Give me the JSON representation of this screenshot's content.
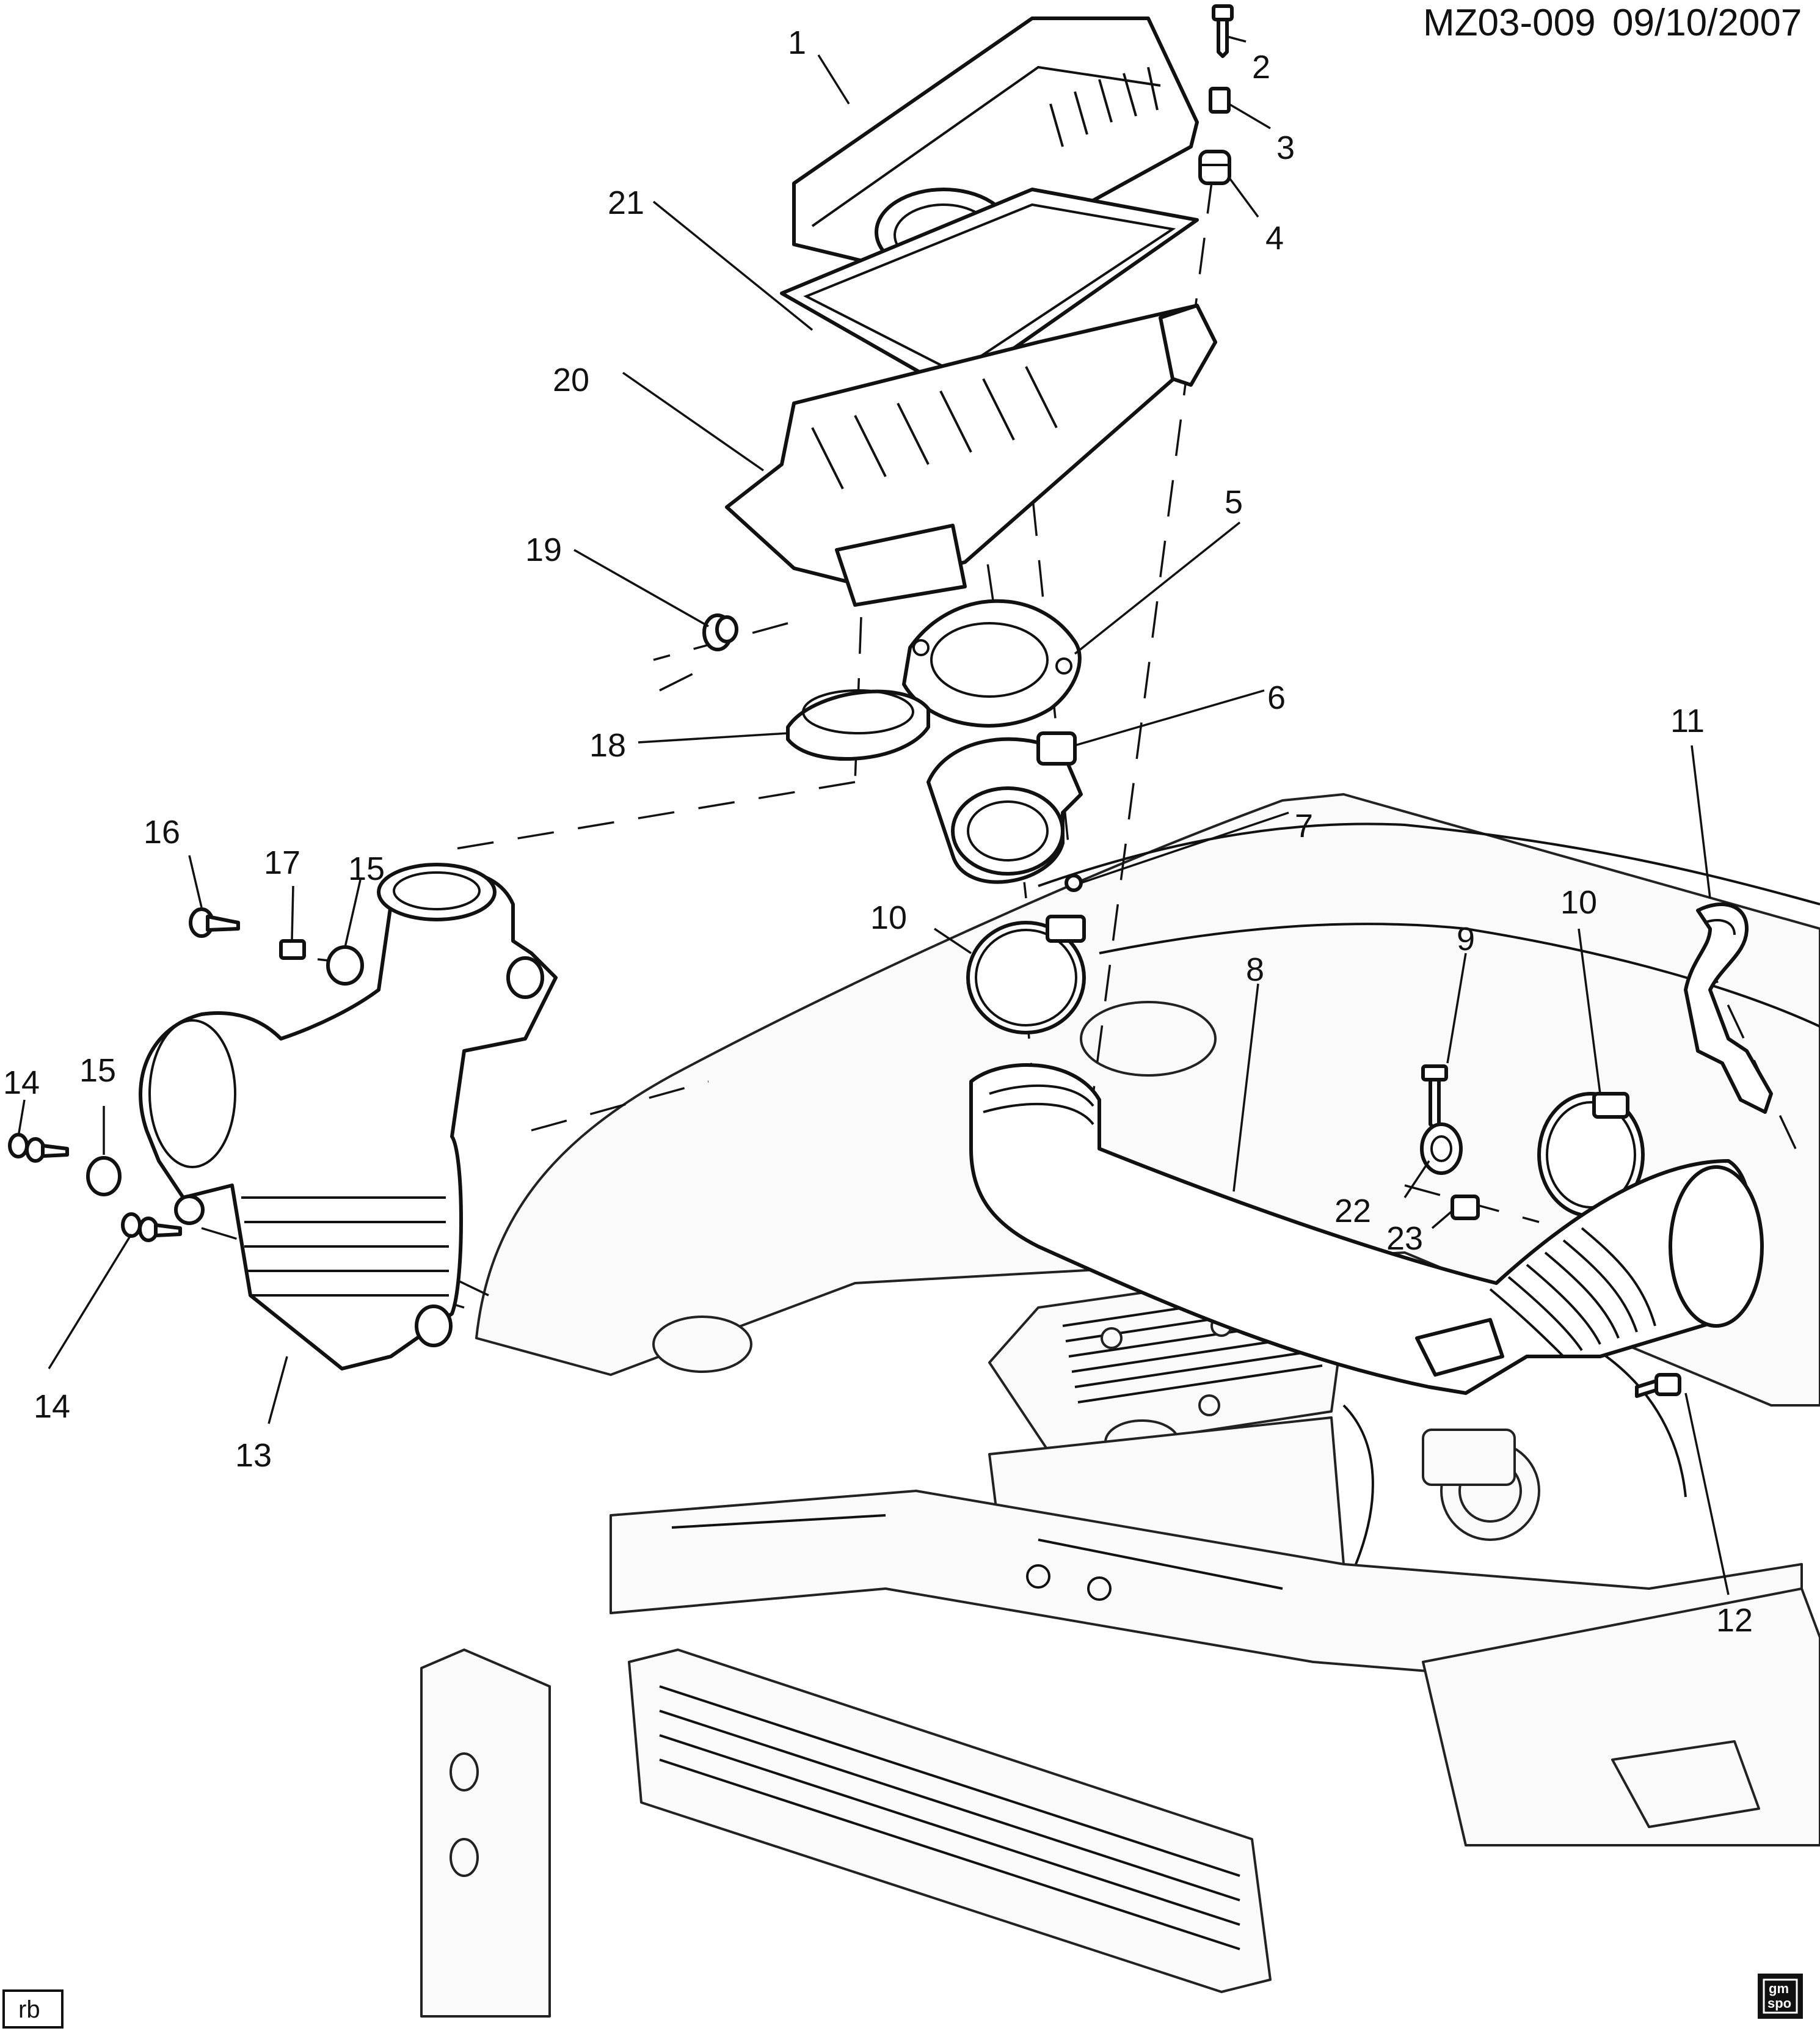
{
  "header": {
    "drawing_id": "MZ03-009",
    "date": "09/10/2007"
  },
  "footer": {
    "author_tag": "rb",
    "logo_text": "gm spo"
  },
  "callouts": [
    {
      "id": "c1",
      "num": "1"
    },
    {
      "id": "c2",
      "num": "2"
    },
    {
      "id": "c3",
      "num": "3"
    },
    {
      "id": "c4",
      "num": "4"
    },
    {
      "id": "c5",
      "num": "5"
    },
    {
      "id": "c6",
      "num": "6"
    },
    {
      "id": "c7",
      "num": "7"
    },
    {
      "id": "c8",
      "num": "8"
    },
    {
      "id": "c9",
      "num": "9"
    },
    {
      "id": "c10a",
      "num": "10"
    },
    {
      "id": "c10b",
      "num": "10"
    },
    {
      "id": "c11",
      "num": "11"
    },
    {
      "id": "c12",
      "num": "12"
    },
    {
      "id": "c13",
      "num": "13"
    },
    {
      "id": "c14a",
      "num": "14"
    },
    {
      "id": "c14b",
      "num": "14"
    },
    {
      "id": "c15a",
      "num": "15"
    },
    {
      "id": "c15b",
      "num": "15"
    },
    {
      "id": "c16",
      "num": "16"
    },
    {
      "id": "c17",
      "num": "17"
    },
    {
      "id": "c18",
      "num": "18"
    },
    {
      "id": "c19",
      "num": "19"
    },
    {
      "id": "c20",
      "num": "20"
    },
    {
      "id": "c21",
      "num": "21"
    },
    {
      "id": "c22",
      "num": "22"
    },
    {
      "id": "c23",
      "num": "23"
    }
  ]
}
